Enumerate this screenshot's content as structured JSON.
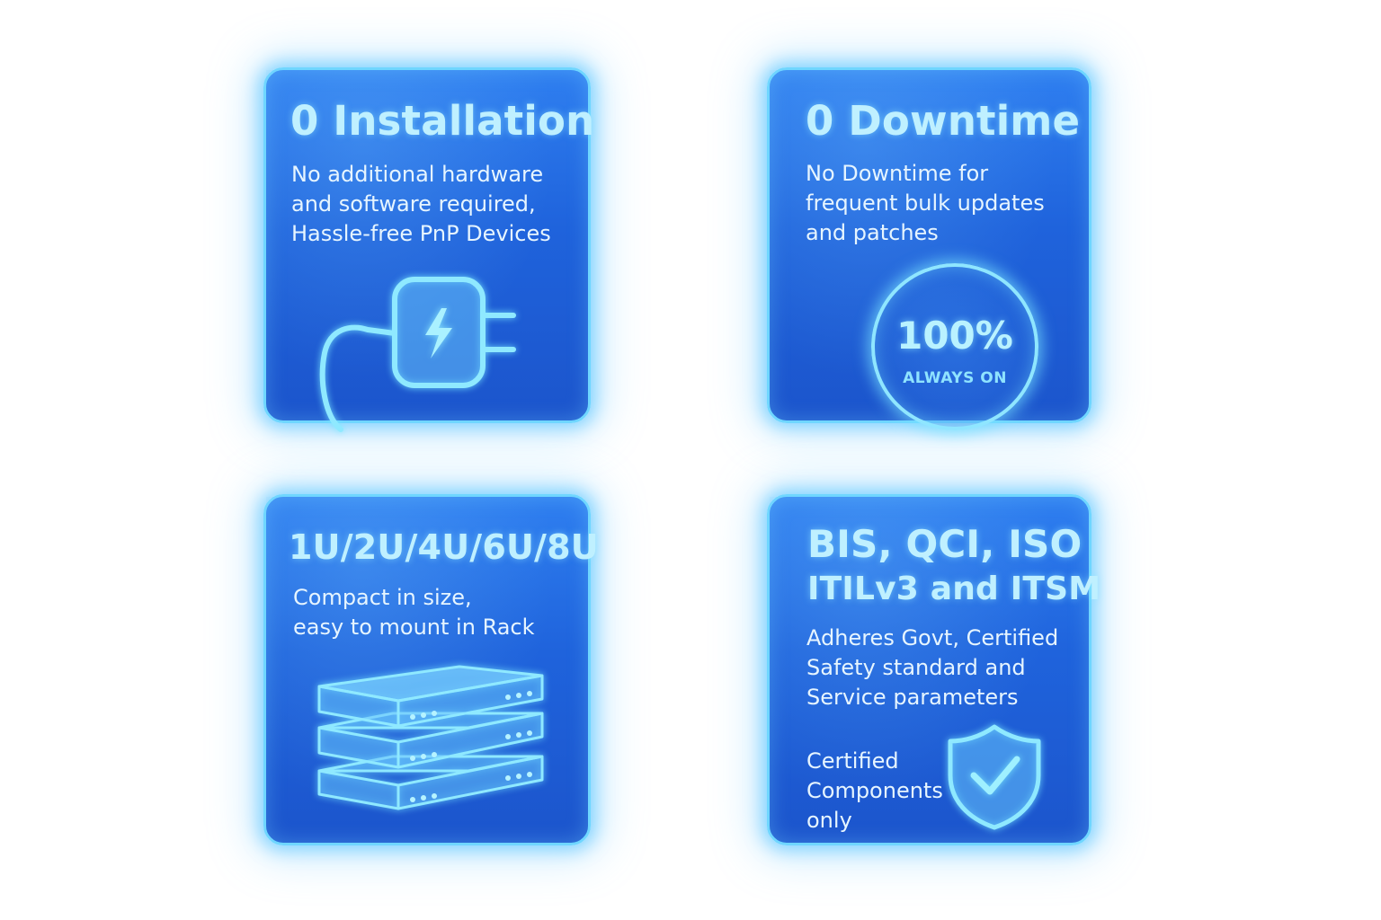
{
  "cards": [
    {
      "title": "0 Installation",
      "description": [
        "No additional hardware",
        "and software required,",
        "Hassle-free PnP Devices"
      ],
      "icon": "power-adapter-icon"
    },
    {
      "title": "0 Downtime",
      "description": [
        "No Downtime for",
        "frequent bulk updates",
        "and patches"
      ],
      "badge": {
        "value": "100%",
        "label": "ALWAYS ON"
      }
    },
    {
      "title": "1U/2U/4U/6U/8U",
      "description": [
        "Compact in size,",
        "easy to mount in Rack"
      ],
      "icon": "rack-server-icon"
    },
    {
      "title_lines": [
        "BIS, QCI, ISO",
        "ITILv3 and ITSM"
      ],
      "description": [
        "Adheres Govt, Certified",
        "Safety standard and",
        "Service parameters"
      ],
      "note": [
        "Certified",
        "Components",
        "only"
      ],
      "icon": "shield-check-icon"
    }
  ],
  "colors": {
    "card_bg": "#1f63dc",
    "card_border": "#6fd6ff",
    "title": "#bff0ff",
    "text": "#e6f5ff",
    "glow": "#8fe6ff"
  }
}
